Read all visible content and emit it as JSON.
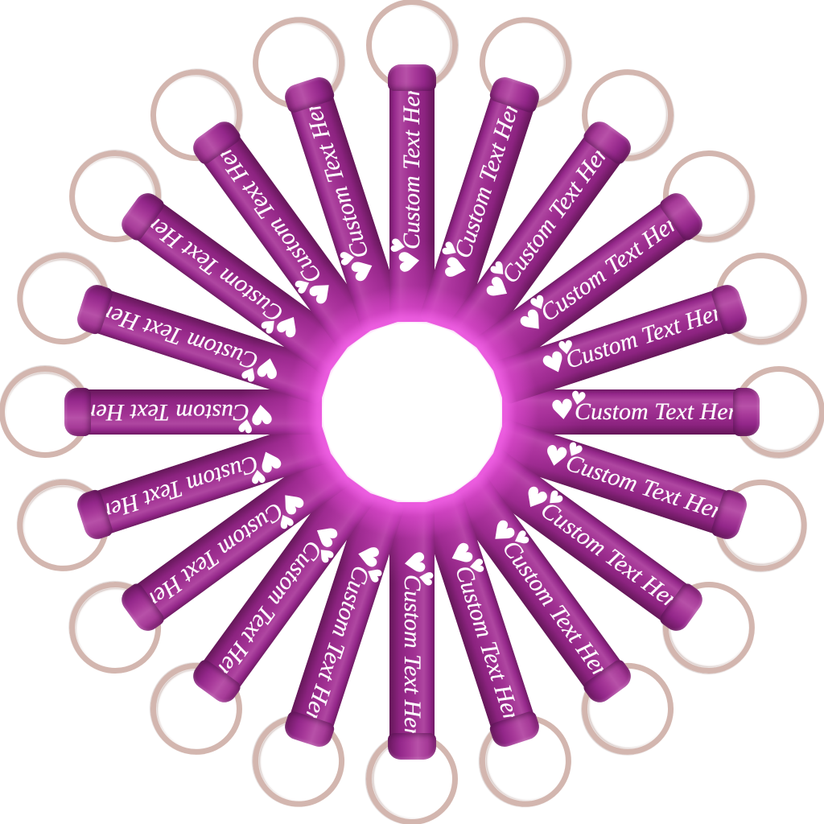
{
  "page": {
    "background_color": "#ffffff"
  },
  "product": {
    "type": "silicone-strap-keychain-set",
    "display": "radial-wheel",
    "count": 20,
    "angle_step_deg": 18,
    "keychain": {
      "label": "Custom Text Here",
      "heart_glyph": "♥",
      "strap_color": "#992b8c",
      "strap_edge_color": "#6f1b64",
      "strap_highlight_color": "#af47a1",
      "inner_glow_color": "#e95fdc",
      "label_color": "#ffffff",
      "ring_color": "#d3b6af"
    }
  }
}
